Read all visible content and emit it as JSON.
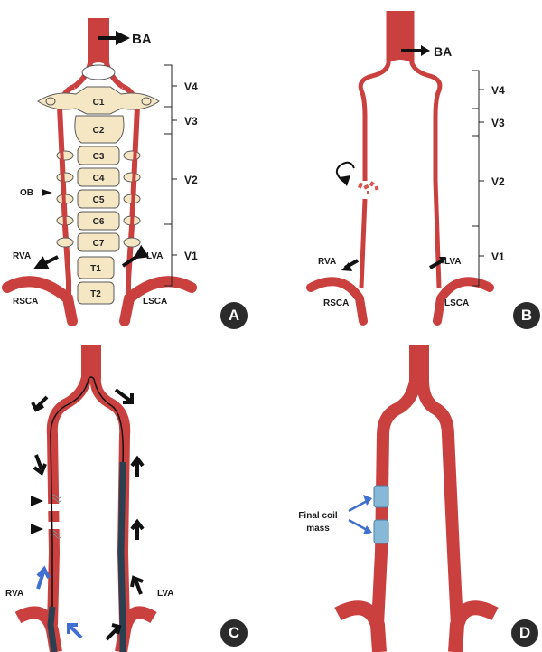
{
  "colors": {
    "artery": "#c9403e",
    "artery_light": "#e35c52",
    "bone_fill": "#f6e7c4",
    "bone_stroke": "#5a5a5a",
    "arrow_black": "#111111",
    "arrow_blue": "#3f6fd1",
    "microcatheter": "#111111",
    "guide_catheter": "#2a4050",
    "coil": "#87b8d8",
    "badge_bg": "#2b2b2b"
  },
  "panel_a": {
    "badge": "A",
    "label_ba": "BA",
    "segments": [
      "V4",
      "V3",
      "V2",
      "V1"
    ],
    "vertebrae": [
      "C1",
      "C2",
      "C3",
      "C4",
      "C5",
      "C6",
      "C7",
      "T1",
      "T2"
    ],
    "label_ob": "OB",
    "label_rva": "RVA",
    "label_lva": "LVA",
    "label_rsca": "RSCA",
    "label_lsca": "LSCA"
  },
  "panel_b": {
    "badge": "B",
    "label_ba": "BA",
    "segments": [
      "V4",
      "V3",
      "V2",
      "V1"
    ],
    "label_rva": "RVA",
    "label_lva": "LVA",
    "label_rsca": "RSCA",
    "label_lsca": "LSCA"
  },
  "panel_c": {
    "badge": "C",
    "label_rva": "RVA",
    "label_lva": "LVA"
  },
  "panel_d": {
    "badge": "D",
    "coil_label_line1": "Final coil",
    "coil_label_line2": "mass"
  }
}
